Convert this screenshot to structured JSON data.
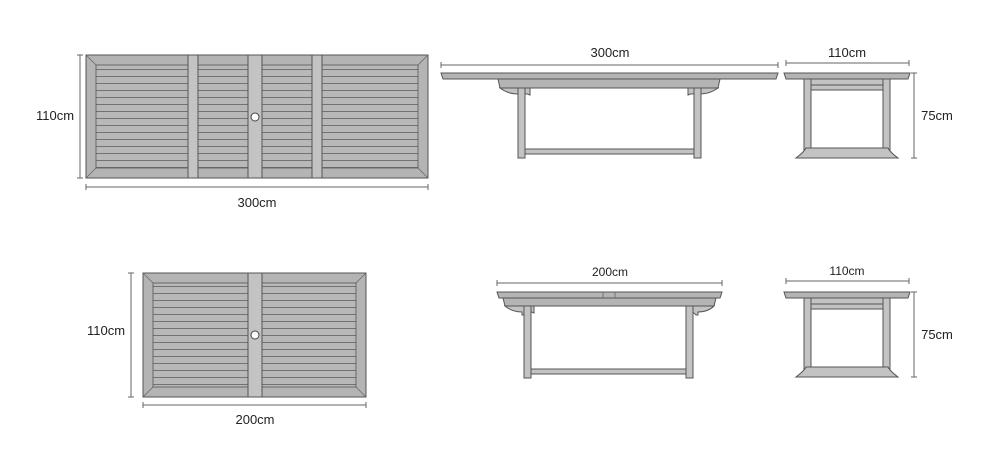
{
  "extended": {
    "top_width": "300cm",
    "top_depth": "110cm",
    "side_length": "300cm",
    "end_width": "110cm",
    "end_height": "75cm"
  },
  "closed": {
    "top_width": "200cm",
    "top_depth": "110cm",
    "side_length": "200cm",
    "end_width": "110cm",
    "end_height": "75cm"
  }
}
